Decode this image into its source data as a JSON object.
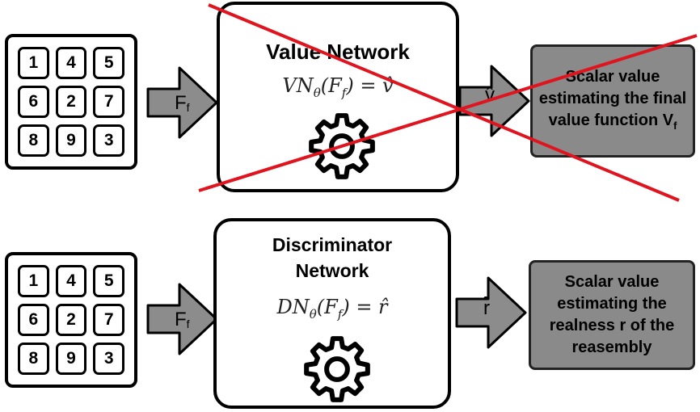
{
  "top": {
    "grid": [
      "1",
      "4",
      "5",
      "6",
      "2",
      "7",
      "8",
      "9",
      "3"
    ],
    "network_title": "Value Network",
    "formula": "VNθ(Ff) = v̂",
    "input_label": "F",
    "input_sub": "f",
    "output_arrow_label": "v̂",
    "output_text": "Scalar value estimating the final value function V",
    "output_sub": "f"
  },
  "bottom": {
    "grid": [
      "1",
      "4",
      "5",
      "6",
      "2",
      "7",
      "8",
      "9",
      "3"
    ],
    "network_title_line1": "Discriminator",
    "network_title_line2": "Network",
    "formula": "DNθ(Ff) = r̂",
    "input_label": "F",
    "input_sub": "f",
    "output_arrow_label": "r̂",
    "output_text": "Scalar value estimating the realness r of the reasembly"
  },
  "colors": {
    "arrow_fill": "#8c8c8c",
    "output_fill": "#8a8a8a",
    "cross": "#e0141e"
  },
  "icons": [
    "gear-icon",
    "arrow-right-icon"
  ]
}
